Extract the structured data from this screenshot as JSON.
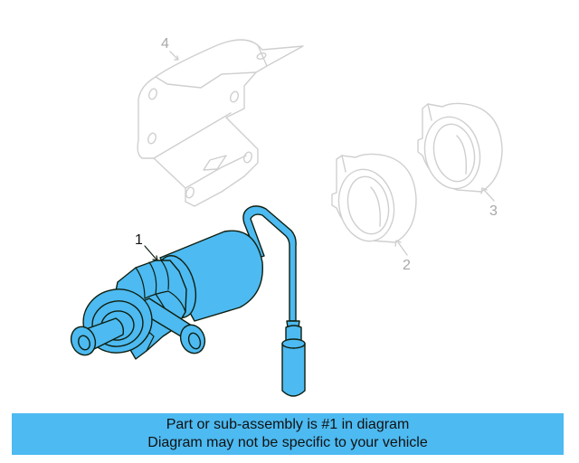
{
  "diagram": {
    "callouts": [
      {
        "number": "1",
        "highlighted": true
      },
      {
        "number": "2",
        "highlighted": false
      },
      {
        "number": "3",
        "highlighted": false
      },
      {
        "number": "4",
        "highlighted": false
      }
    ],
    "colors": {
      "highlight": "#4dbaf1",
      "ghost_line": "#cfcfcf",
      "outline": "#0f1f10"
    }
  },
  "banner": {
    "line1": "Part or sub-assembly is #1 in diagram",
    "line2": "Diagram may not be specific to your vehicle",
    "background": "#4dbaf1"
  }
}
